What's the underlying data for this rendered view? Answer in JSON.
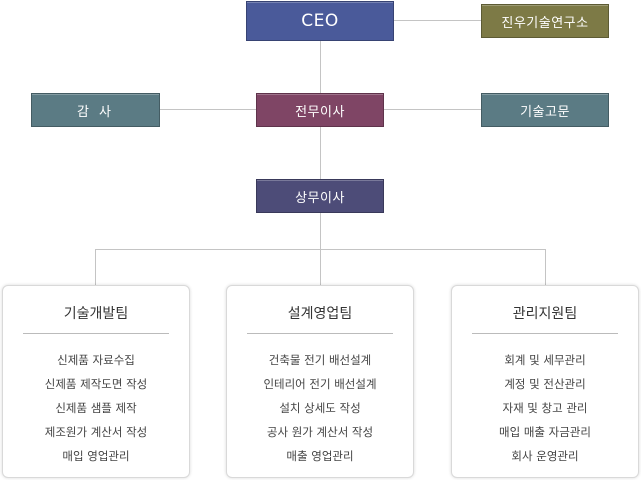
{
  "colors": {
    "ceo": "#4a5a9a",
    "lab": "#7d7a46",
    "audit": "#5b7b84",
    "senior": "#7f4565",
    "advisor": "#5b7b84",
    "managing": "#4d4c78",
    "connector": "#c4c4c4"
  },
  "org": {
    "ceo": "CEO",
    "lab": "진우기술연구소",
    "audit": "감 사",
    "senior": "전무이사",
    "advisor": "기술고문",
    "managing": "상무이사"
  },
  "teams": [
    {
      "title": "기술개발팀",
      "items": [
        "신제품 자료수집",
        "신제품 제작도면 작성",
        "신제품 샘플 제작",
        "제조원가 계산서 작성",
        "매입 영업관리"
      ]
    },
    {
      "title": "설계영업팀",
      "items": [
        "건축물 전기 배선설계",
        "인테리어 전기 배선설계",
        "설치 상세도 작성",
        "공사 원가 계산서 작성",
        "매출 영업관리"
      ]
    },
    {
      "title": "관리지원팀",
      "items": [
        "회계 및 세무관리",
        "계정 및 전산관리",
        "자재 및 창고 관리",
        "매입 매출 자금관리",
        "회사 운영관리"
      ]
    }
  ]
}
